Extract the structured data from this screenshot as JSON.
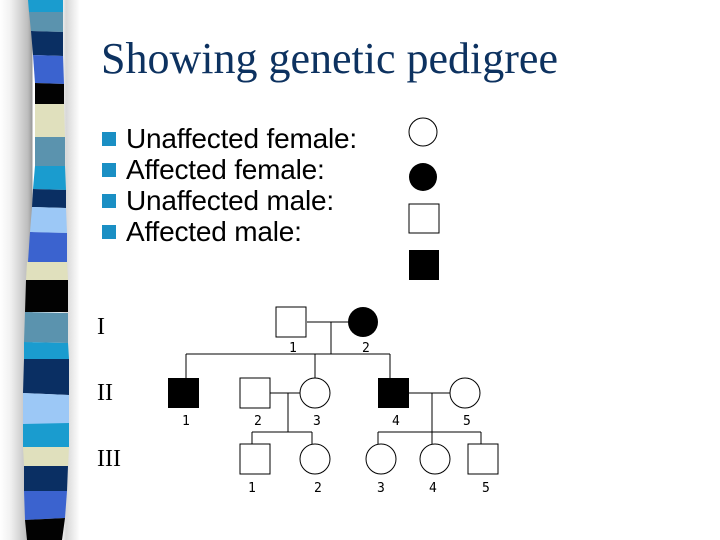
{
  "slide": {
    "title": "Showing genetic pedigree",
    "accent_colors": {
      "title": "#0d3260",
      "bullet": "#1a8fc4"
    }
  },
  "legend": {
    "items": [
      {
        "label": "Unaffected female:",
        "symbol": "open-circle"
      },
      {
        "label": "Affected female:",
        "symbol": "filled-circle"
      },
      {
        "label": "Unaffected male:",
        "symbol": "open-square"
      },
      {
        "label": "Affected male:",
        "symbol": "filled-square"
      }
    ]
  },
  "pedigree": {
    "generations": [
      {
        "label": "I",
        "members": [
          {
            "id": "1",
            "sex": "male",
            "affected": false
          },
          {
            "id": "2",
            "sex": "female",
            "affected": true
          }
        ]
      },
      {
        "label": "II",
        "members": [
          {
            "id": "1",
            "sex": "male",
            "affected": true
          },
          {
            "id": "2",
            "sex": "male",
            "affected": false
          },
          {
            "id": "3",
            "sex": "female",
            "affected": false
          },
          {
            "id": "4",
            "sex": "male",
            "affected": true
          },
          {
            "id": "5",
            "sex": "female",
            "affected": false
          }
        ]
      },
      {
        "label": "III",
        "members": [
          {
            "id": "1",
            "sex": "male",
            "affected": false
          },
          {
            "id": "2",
            "sex": "female",
            "affected": false
          },
          {
            "id": "3",
            "sex": "female",
            "affected": false
          },
          {
            "id": "4",
            "sex": "female",
            "affected": false
          },
          {
            "id": "5",
            "sex": "male",
            "affected": false
          }
        ]
      }
    ]
  },
  "decoration": {
    "stripe_colors": [
      "#1a9ccf",
      "#5b93ae",
      "#0a2f63",
      "#3b63cf",
      "#020202",
      "#e0e0bd",
      "#5b93ae",
      "#1a9ccf",
      "#0a2f63",
      "#9cc8f6",
      "#3b63cf",
      "#e0e0bd",
      "#020202",
      "#5b93ae",
      "#1a9ccf",
      "#0a2f63",
      "#9cc8f6",
      "#1a9ccf",
      "#e0e0bd",
      "#0a2f63",
      "#3b63cf",
      "#020202"
    ]
  }
}
